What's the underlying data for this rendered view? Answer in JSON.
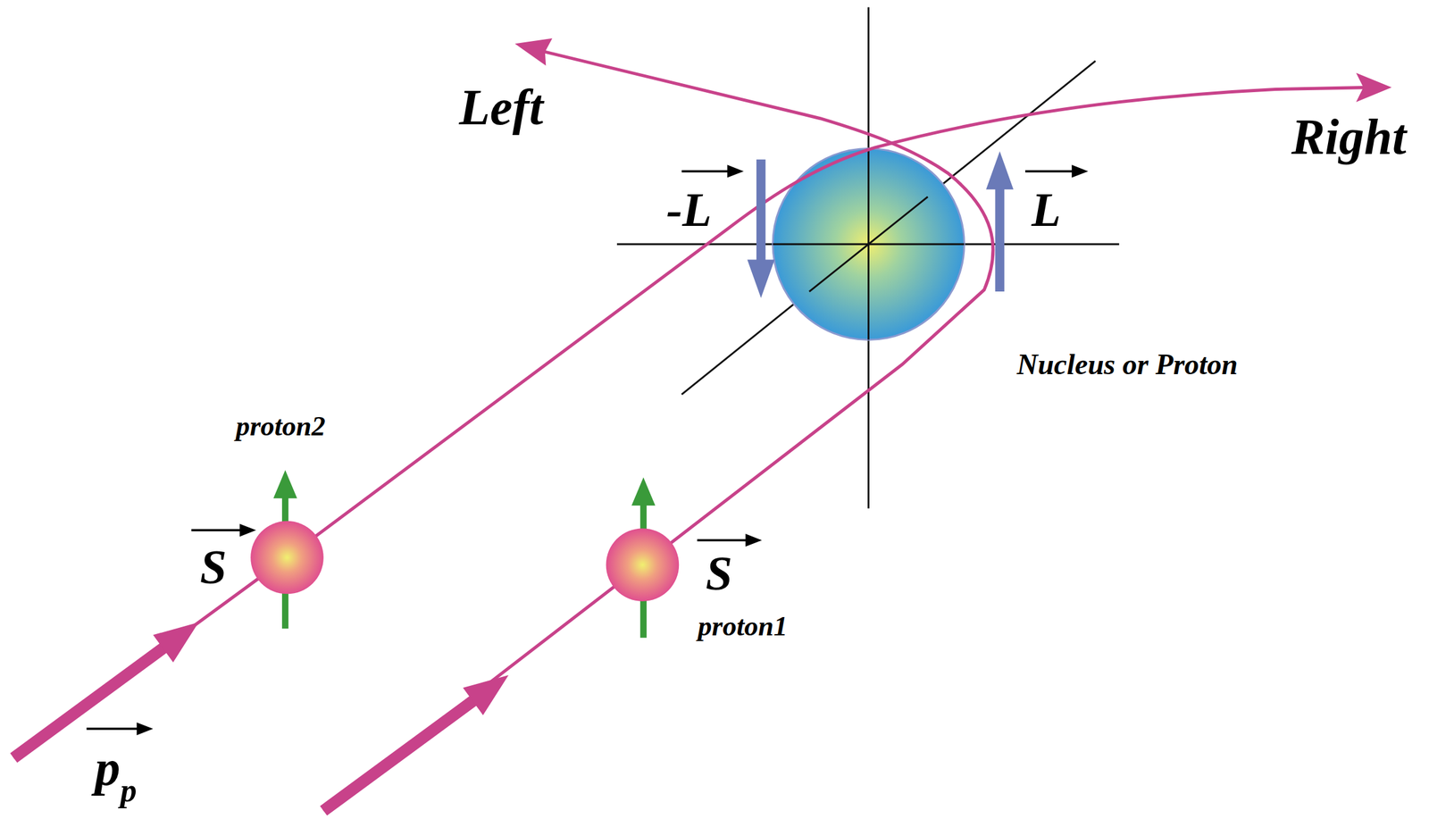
{
  "diagram": {
    "labels": [
      "Left",
      "Right",
      "-L",
      "L",
      "Nucleus or Proton",
      "proton2",
      "S",
      "proton1",
      "S",
      "p",
      "p"
    ]
  }
}
